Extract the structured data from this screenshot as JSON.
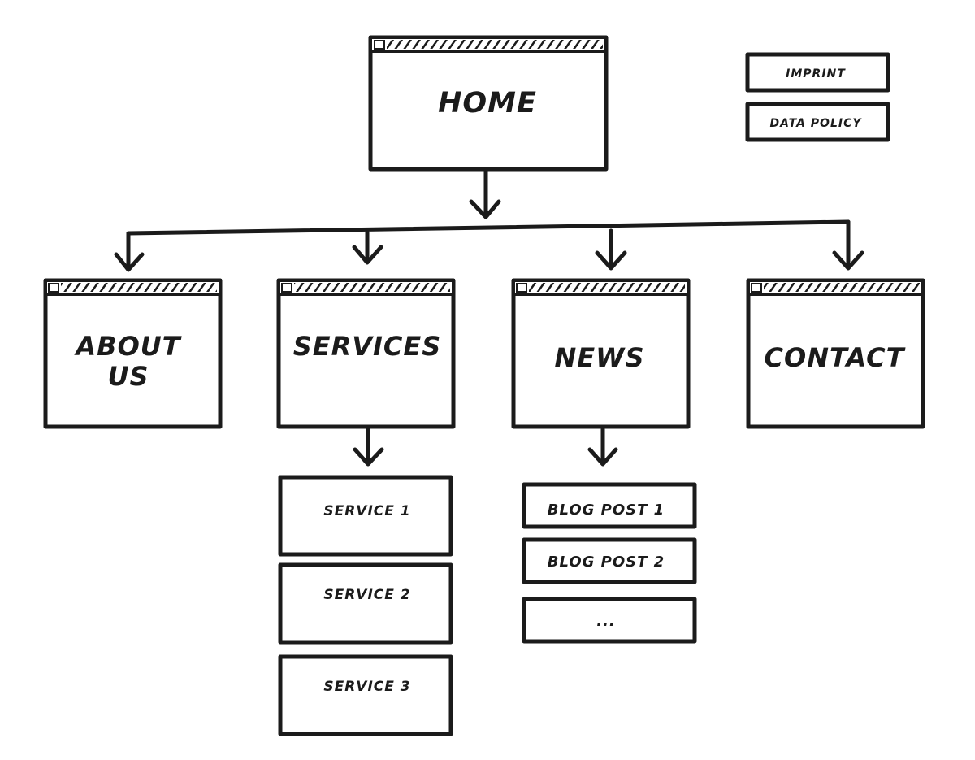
{
  "pages": {
    "home": "HOME",
    "about_line1": "ABOUT",
    "about_line2": "US",
    "services": "SERVICES",
    "news": "NEWS",
    "contact": "CONTACT"
  },
  "legal_links": {
    "imprint": "IMPRINT",
    "data_policy": "DATA POLICY"
  },
  "service_pages": [
    "SERVICE 1",
    "SERVICE 2",
    "SERVICE 3"
  ],
  "news_pages": [
    "BLOG POST 1",
    "BLOG POST 2",
    "..."
  ],
  "colors": {
    "ink": "#1b1b1b",
    "paper": "#ffffff"
  }
}
